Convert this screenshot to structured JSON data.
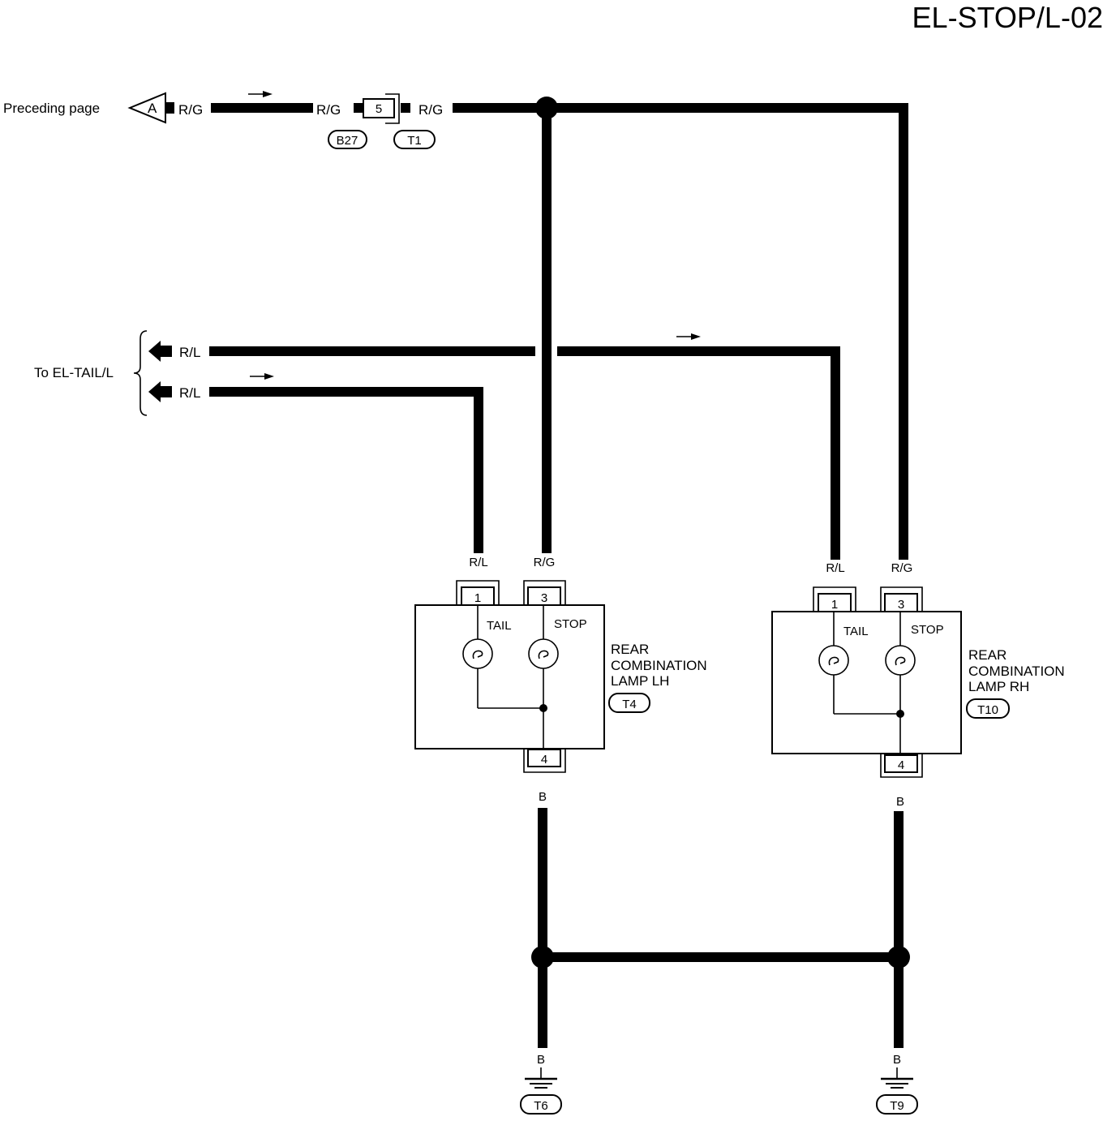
{
  "page_code": "EL-STOP/L-02",
  "preceding": {
    "text": "Preceding page",
    "connector_letter": "A",
    "wire_color": "R/G"
  },
  "joint_connector": {
    "left_wire": "R/G",
    "pin": "5",
    "right_wire": "R/G",
    "connector_ids": [
      "B27",
      "T1"
    ]
  },
  "to_tail": {
    "text": "To EL-TAIL/L",
    "upper_wire": "R/L",
    "lower_wire": "R/L"
  },
  "lamp_lh": {
    "name_lines": [
      "REAR",
      "COMBINATION",
      "LAMP LH"
    ],
    "connector_id": "T4",
    "tail_label": "TAIL",
    "stop_label": "STOP",
    "pin_tail": "1",
    "pin_stop": "3",
    "pin_ground": "4",
    "wire_tail": "R/L",
    "wire_stop": "R/G",
    "wire_ground": "B"
  },
  "lamp_rh": {
    "name_lines": [
      "REAR",
      "COMBINATION",
      "LAMP RH"
    ],
    "connector_id": "T10",
    "tail_label": "TAIL",
    "stop_label": "STOP",
    "pin_tail": "1",
    "pin_stop": "3",
    "pin_ground": "4",
    "wire_tail": "R/L",
    "wire_stop": "R/G",
    "wire_ground": "B"
  },
  "grounds": [
    {
      "wire": "B",
      "connector_id": "T6"
    },
    {
      "wire": "B",
      "connector_id": "T9"
    }
  ]
}
